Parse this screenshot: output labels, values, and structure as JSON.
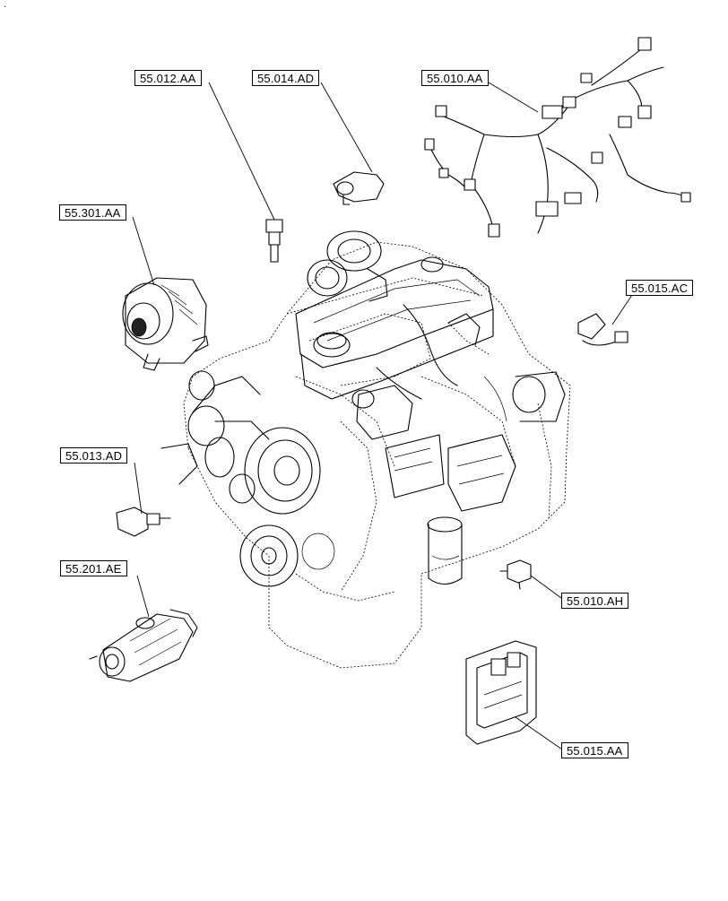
{
  "corner_mark": "·",
  "callouts": {
    "c55012AA": "55.012.AA",
    "c55014AD": "55.014.AD",
    "c55010AA": "55.010.AA",
    "c55301AA": "55.301.AA",
    "c55015AC": "55.015.AC",
    "c55013AD": "55.013.AD",
    "c55201AE": "55.201.AE",
    "c55010AH": "55.010.AH",
    "c55015AA": "55.015.AA"
  }
}
